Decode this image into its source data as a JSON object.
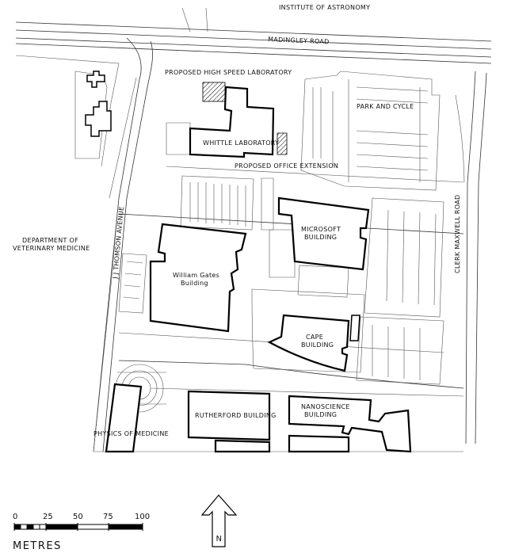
{
  "map": {
    "labels": {
      "institute_of_astronomy": "INSTITUTE OF ASTRONOMY",
      "madingley_road": "MADINGLEY ROAD",
      "proposed_high_speed_lab": "PROPOSED HIGH SPEED LABORATORY",
      "park_and_cycle": "PARK AND CYCLE",
      "whittle_laboratory": "WHITTLE LABORATORY",
      "proposed_office_extension": "PROPOSED OFFICE EXTENSION",
      "dept_vet_line1": "DEPARTMENT OF",
      "dept_vet_line2": "VETERINARY MEDICINE",
      "jj_thomson_avenue": "J J THOMSON AVENUE",
      "microsoft_line1": "MICROSOFT",
      "microsoft_line2": "BUILDING",
      "clerk_maxwell_road": "CLERK MAXWELL ROAD",
      "william_gates_line1": "William Gates",
      "william_gates_line2": "Building",
      "cape_line1": "CAPE",
      "cape_line2": "BUILDING",
      "rutherford_building": "RUTHERFORD BUILDING",
      "nanoscience_line1": "NANOSCIENCE",
      "nanoscience_line2": "BUILDING",
      "physics_of_medicine": "PHYSICS OF MEDICINE"
    },
    "scale_bar": {
      "ticks": [
        "0",
        "25",
        "50",
        "75",
        "100"
      ],
      "unit": "METRES"
    },
    "north_arrow": {
      "letter": "N"
    }
  }
}
